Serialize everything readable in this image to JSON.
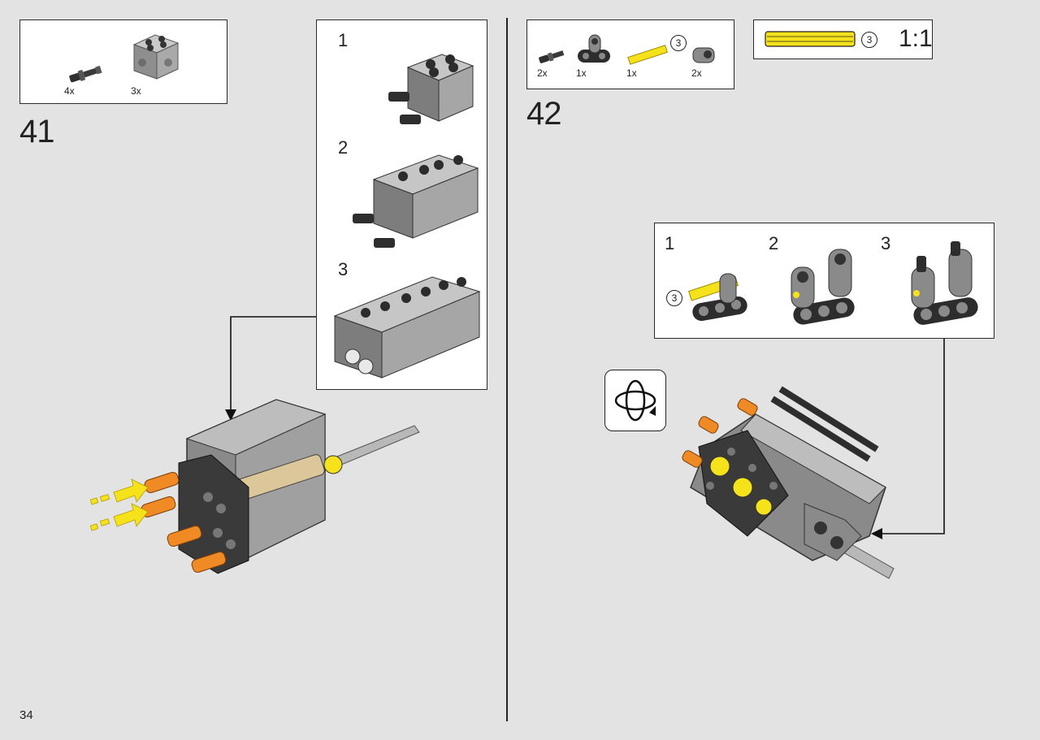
{
  "page": {
    "number": "34"
  },
  "step41": {
    "number": "41",
    "parts": [
      {
        "qty": "4x",
        "icon": "axle-pin-dark-icon"
      },
      {
        "qty": "3x",
        "icon": "engine-block-gray-icon"
      }
    ],
    "substeps": [
      "1",
      "2",
      "3"
    ]
  },
  "step42": {
    "number": "42",
    "parts": [
      {
        "qty": "2x",
        "icon": "axle-pin-dark-icon"
      },
      {
        "qty": "1x",
        "icon": "beam-dark-icon"
      },
      {
        "qty": "1x",
        "icon": "axle-yellow-icon",
        "length": "3"
      },
      {
        "qty": "2x",
        "icon": "connector-gray-icon"
      }
    ],
    "ruler": {
      "length": "3",
      "scale": "1:1"
    },
    "substeps": [
      "1",
      "2",
      "3"
    ],
    "substep_axle_length": "3"
  },
  "colors": {
    "background": "#e3e3e3",
    "yellow": "#f6e21a",
    "orange": "#f08a24",
    "gray": "#a0a0a0",
    "dark": "#3a3a3a"
  }
}
